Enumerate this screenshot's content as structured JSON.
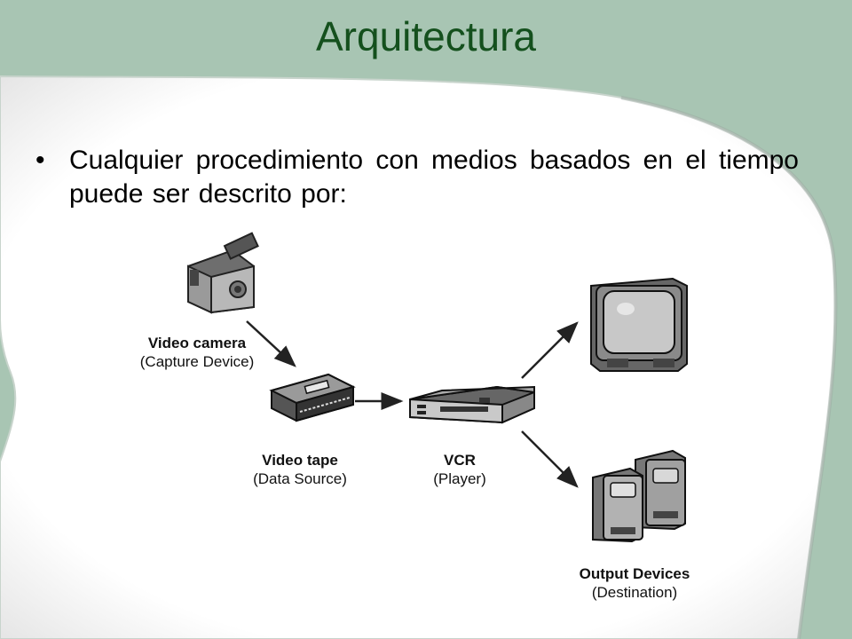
{
  "slide": {
    "title": "Arquitectura",
    "bullet": "Cualquier procedimiento con medios basados en el tiempo puede ser descrito por:"
  },
  "diagram": {
    "camera": {
      "name": "Video camera",
      "role": "(Capture Device)"
    },
    "tape": {
      "name": "Video tape",
      "role": "(Data Source)"
    },
    "vcr": {
      "name": "VCR",
      "role": "(Player)"
    },
    "output": {
      "name": "Output Devices",
      "role": "(Destination)"
    }
  },
  "colors": {
    "background": "#a8c5b3",
    "panel": "#ffffff",
    "title": "#14501d"
  }
}
